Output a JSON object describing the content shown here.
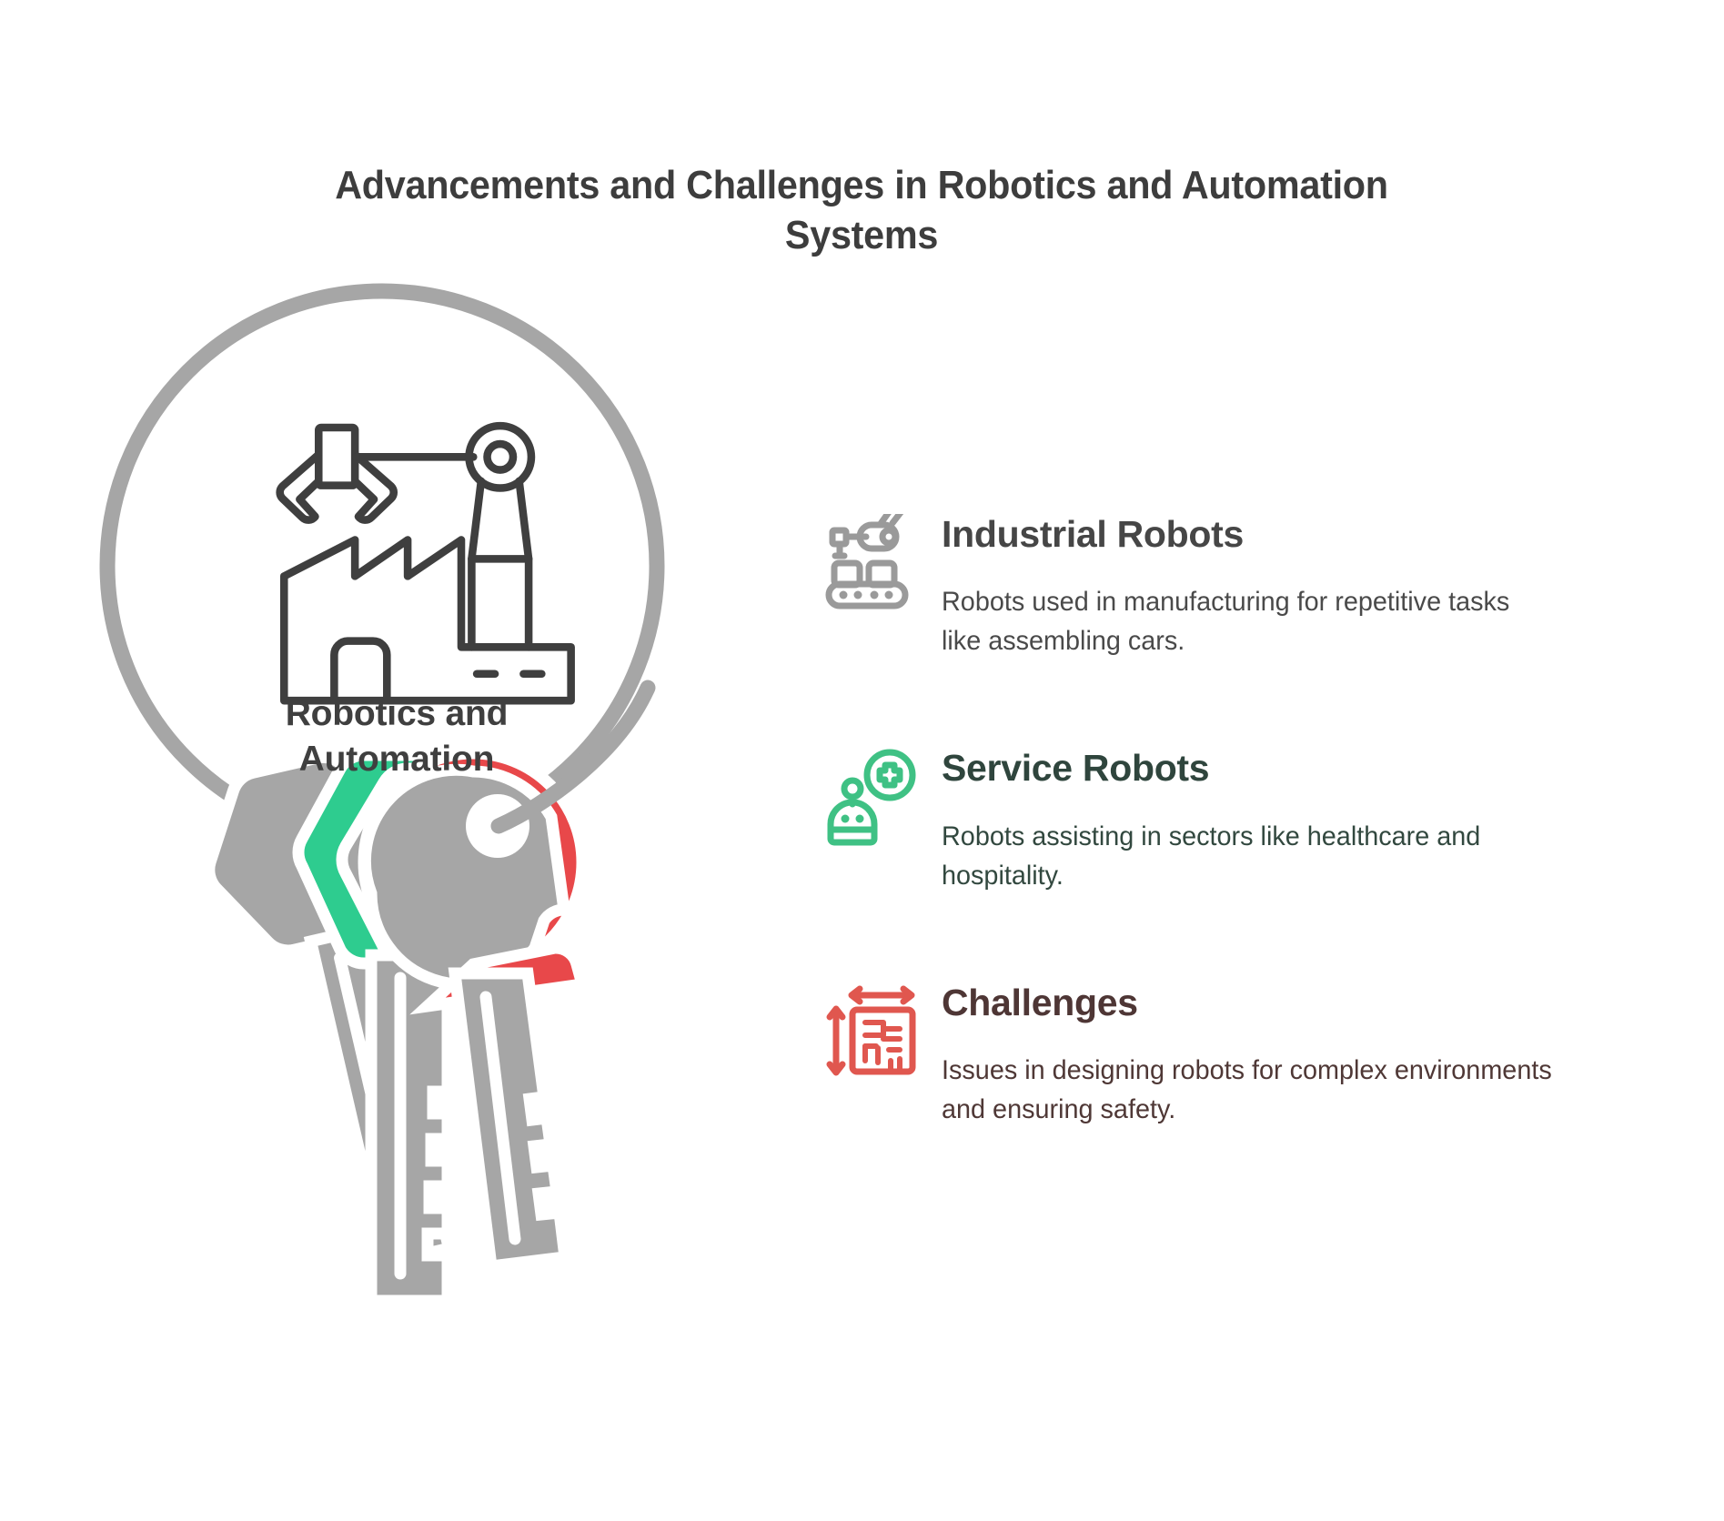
{
  "title": "Advancements and Challenges in Robotics and Automation Systems",
  "center": {
    "label_line1": "Robotics and",
    "label_line2": "Automation",
    "icon_name": "factory-robot-arm-icon",
    "ring_color": "#a6a6a6",
    "icon_color": "#3f3f3f"
  },
  "keys": {
    "illustration_name": "keyring-with-three-keys",
    "key_gray_color": "#a6a6a6",
    "key_green_color": "#2ecc8f",
    "key_red_color": "#e8484a"
  },
  "items": [
    {
      "icon_name": "industrial-robot-conveyor-icon",
      "icon_color": "#9a9a9a",
      "heading": "Industrial Robots",
      "heading_color": "#464646",
      "body": "Robots used in manufacturing for repetitive tasks like assembling cars.",
      "body_color": "#4a4a4a"
    },
    {
      "icon_name": "service-robot-medical-cross-icon",
      "icon_color": "#3fc184",
      "heading": "Service Robots",
      "heading_color": "#2f453d",
      "body": "Robots assisting in sectors like healthcare and hospitality.",
      "body_color": "#32483f"
    },
    {
      "icon_name": "floorplan-dimensions-icon",
      "icon_color": "#e0574f",
      "heading": "Challenges",
      "heading_color": "#4e3635",
      "body": "Issues in designing robots for complex environments and ensuring safety.",
      "body_color": "#4f3836"
    }
  ],
  "colors": {
    "background": "#ffffff",
    "title_color": "#3d3d3d",
    "gray": "#a6a6a6",
    "green": "#2ecc8f",
    "red": "#e8484a"
  }
}
